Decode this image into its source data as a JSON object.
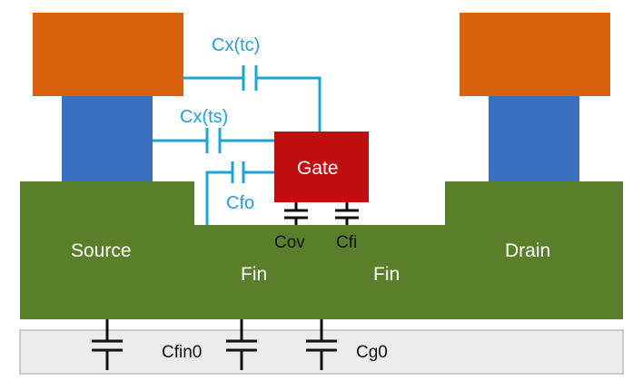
{
  "colors": {
    "contact": "#d9620f",
    "via": "#3a6fc0",
    "silicon": "#5a7f2a",
    "gate": "#c00d0d",
    "substrate": "#ececec",
    "cap_wire": "#1ea3d8",
    "cap_black": "#111111"
  },
  "labels": {
    "source": "Source",
    "drain": "Drain",
    "fin_left": "Fin",
    "fin_right": "Fin",
    "gate": "Gate",
    "cx_tc": "Cx(tc)",
    "cx_ts": "Cx(ts)",
    "cfo": "Cfo",
    "cov": "Cov",
    "cfi": "Cfi",
    "cfin0": "Cfin0",
    "cg0": "Cg0"
  }
}
